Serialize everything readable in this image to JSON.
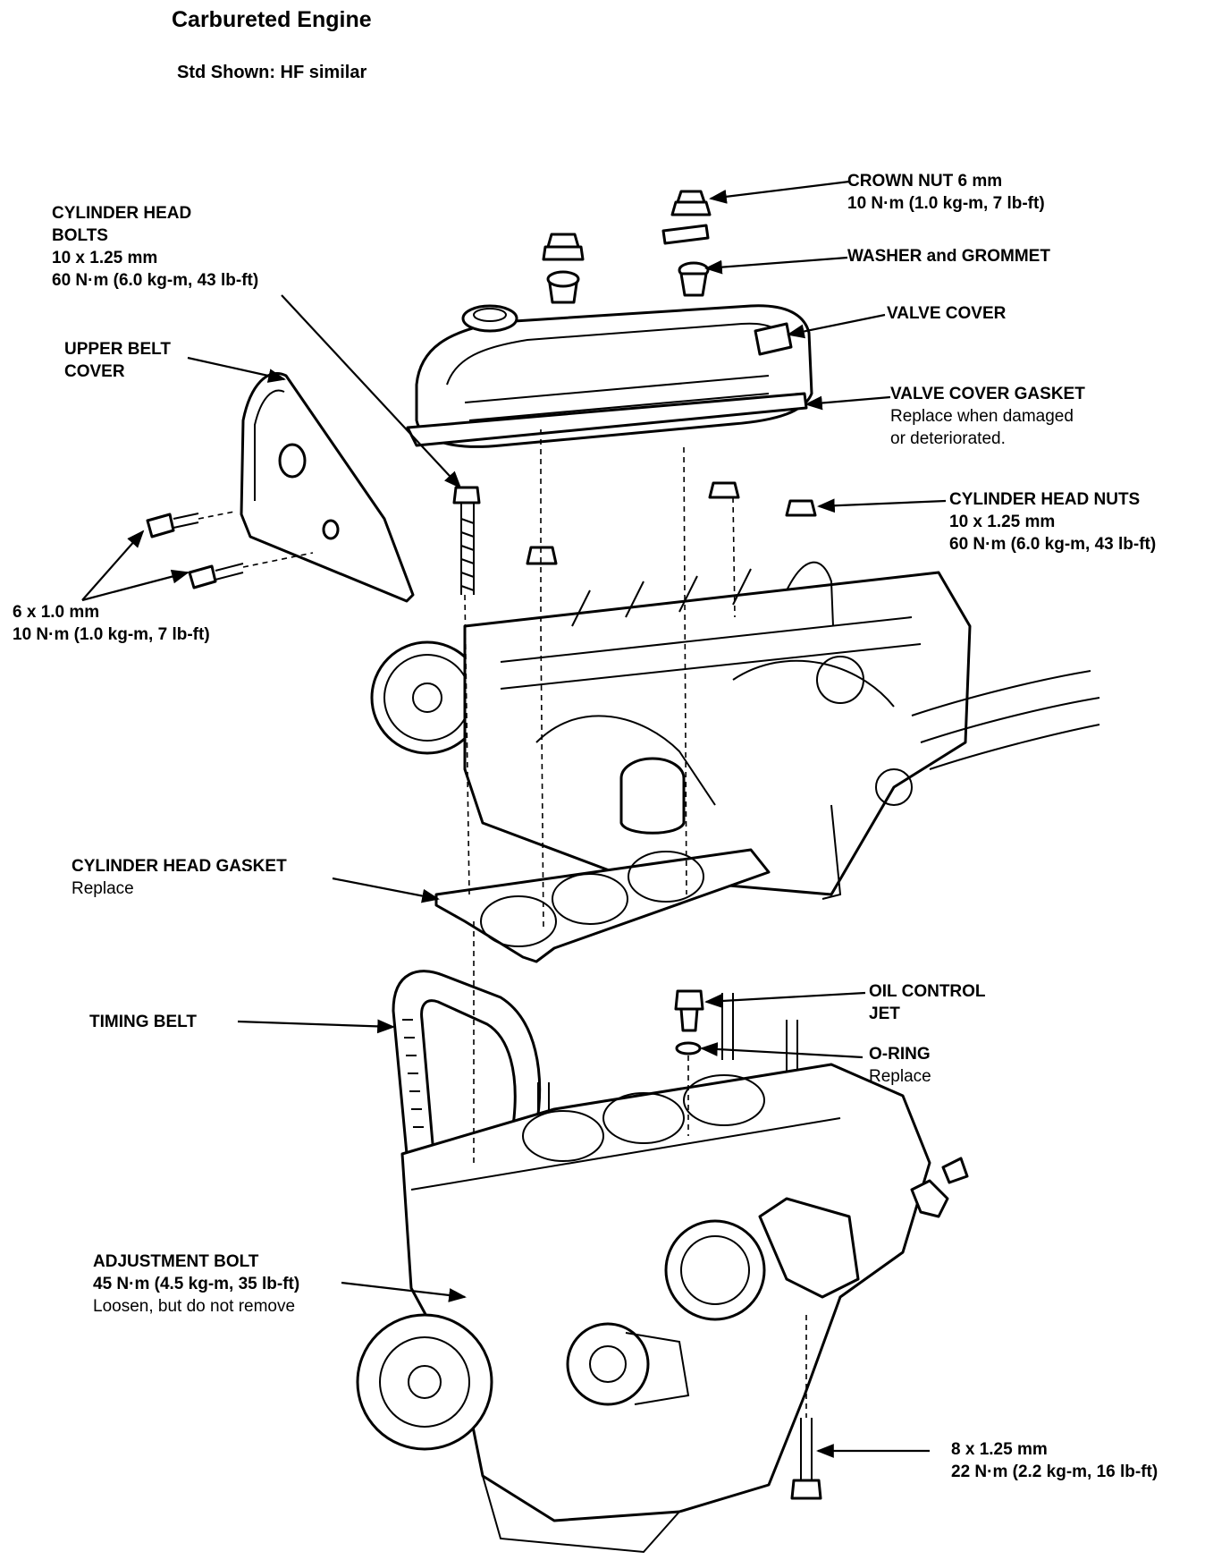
{
  "header": {
    "title": "Carbureted Engine",
    "subtitle": "Std Shown: HF similar"
  },
  "labels": {
    "crown_nut": {
      "line1": "CROWN NUT 6 mm",
      "line2": "10 N·m (1.0 kg-m, 7 lb-ft)"
    },
    "washer_grommet": {
      "line1": "WASHER and GROMMET"
    },
    "valve_cover": {
      "line1": "VALVE COVER"
    },
    "valve_cover_gasket": {
      "line1": "VALVE COVER GASKET",
      "line2": "Replace when damaged",
      "line3": "or deteriorated."
    },
    "cylinder_head_bolts": {
      "line1": "CYLINDER HEAD",
      "line2": "BOLTS",
      "line3": "10 x 1.25 mm",
      "line4": "60 N·m (6.0 kg-m, 43 lb-ft)"
    },
    "upper_belt_cover": {
      "line1": "UPPER BELT",
      "line2": "COVER"
    },
    "cylinder_head_nuts": {
      "line1": "CYLINDER HEAD NUTS",
      "line2": "10 x 1.25 mm",
      "line3": "60 N·m (6.0 kg-m, 43 lb-ft)"
    },
    "belt_cover_bolts": {
      "line1": "6 x 1.0 mm",
      "line2": "10 N·m (1.0 kg-m, 7 lb-ft)"
    },
    "cylinder_head_gasket": {
      "line1": "CYLINDER HEAD GASKET",
      "line2": "Replace"
    },
    "timing_belt": {
      "line1": "TIMING BELT"
    },
    "oil_control_jet": {
      "line1": "OIL CONTROL",
      "line2": "JET"
    },
    "o_ring": {
      "line1": "O-RING",
      "line2": "Replace"
    },
    "adjustment_bolt": {
      "line1": "ADJUSTMENT BOLT",
      "line2": "45 N·m (4.5 kg-m, 35 lb-ft)",
      "line3": "Loosen, but do not remove"
    },
    "mount_bolt": {
      "line1": "8 x 1.25 mm",
      "line2": "22 N·m (2.2 kg-m, 16 lb-ft)"
    }
  }
}
